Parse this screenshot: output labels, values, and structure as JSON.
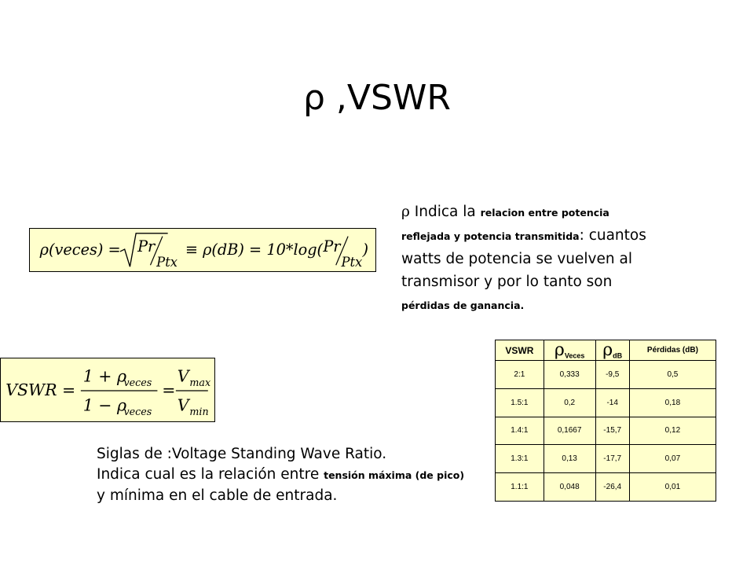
{
  "slide": {
    "title": "ρ ,VSWR",
    "description": {
      "p1_rho": "ρ",
      "p1_big": " Indica la ",
      "p1_small": "relacion entre potencia reflejada y potencia transmitida",
      "p1_rest": ": cuantos watts de potencia se vuelven al transmisor y por lo tanto son ",
      "p1_small2": "pérdidas de ganancia."
    },
    "formula_rho": {
      "lhs": "ρ(veces) =",
      "num1": "Pr",
      "den1": "Ptx",
      "mid": "≡ ρ(dB) = 10*log(",
      "num2": "Pr",
      "den2": "Ptx",
      "close": ")"
    },
    "formula_vswr": {
      "lhs": "VSWR =",
      "num1": "1 + ρ",
      "num1_sub": "veces",
      "den1": "1 − ρ",
      "den1_sub": "veces",
      "eq": "=",
      "num2": "V",
      "num2_sub": "max",
      "den2": "V",
      "den2_sub": "min"
    },
    "siglas": {
      "line1": "Siglas de :Voltage Standing Wave Ratio.",
      "line2_a": "Indica cual es la relación entre ",
      "line2_small": "tensión máxima (de pico)",
      "line2_b": " y mínima en el cable de entrada."
    },
    "table": {
      "headers": {
        "vswr": "VSWR",
        "rho": "ρ",
        "veces": "Veces",
        "db": "dB",
        "perdidas": "Pérdidas (dB)"
      },
      "rows": [
        [
          "2:1",
          "0,333",
          "-9,5",
          "0,5"
        ],
        [
          "1.5:1",
          "0,2",
          "-14",
          "0,18"
        ],
        [
          "1.4:1",
          "0,1667",
          "-15,7",
          "0,12"
        ],
        [
          "1.3:1",
          "0,13",
          "-17,7",
          "0,07"
        ],
        [
          "1.1:1",
          "0,048",
          "-26,4",
          "0,01"
        ]
      ]
    }
  }
}
